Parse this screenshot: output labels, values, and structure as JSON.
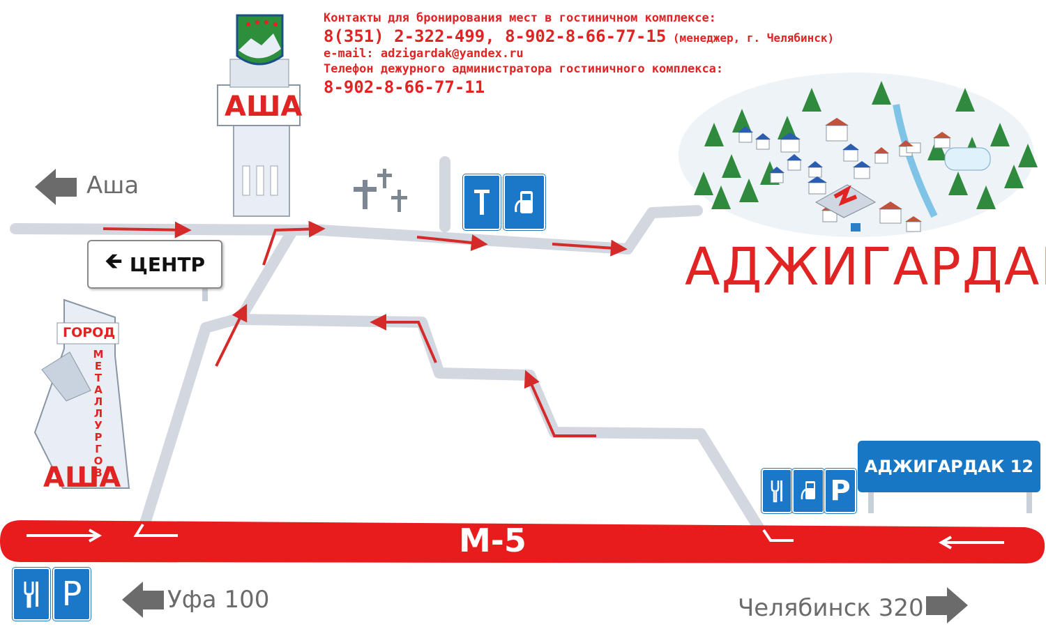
{
  "contacts": {
    "line1": "Контакты для бронирования мест в гостиничном комплексе:",
    "phones": "8(351) 2-322-499, 8-902-8-66-77-15",
    "manager_note": "(менеджер, г. Челябинск)",
    "email": "e-mail: adzigardak@yandex.ru",
    "admin_label": "Телефон дежурного администратора гостиничного комплекса:",
    "admin_phone": "8-902-8-66-77-11"
  },
  "destination": {
    "title": "АДЖИГАРДАК"
  },
  "highway": {
    "name": "М-5"
  },
  "directions": {
    "asha": "Аша",
    "ufa": "Уфа 100",
    "chelyabinsk": "Челябинск 320"
  },
  "signs": {
    "center": "ЦЕНТР",
    "km_sign": "АДЖИГАРДАК 12",
    "asha_stele": "АША",
    "city_stele_top": "ГОРОД",
    "city_stele_vertical": "МЕТАЛЛУРГОВ",
    "city_stele_bottom": "АША",
    "parking": "P"
  },
  "icons": {
    "arrow_left": "arrow-left-icon",
    "arrow_right": "arrow-right-icon",
    "fork_knife": "fork-knife-icon",
    "fuel": "fuel-pump-icon",
    "parking": "parking-icon",
    "cross": "cemetery-cross-icon",
    "coat_of_arms": "coat-of-arms-icon"
  },
  "colors": {
    "road": "#d3d8e0",
    "highway": "#e81c1c",
    "route_arrow": "#d42a2a",
    "accent_red": "#e02424",
    "sign_blue": "#1877c4",
    "direction_gray": "#6b6b6b"
  }
}
